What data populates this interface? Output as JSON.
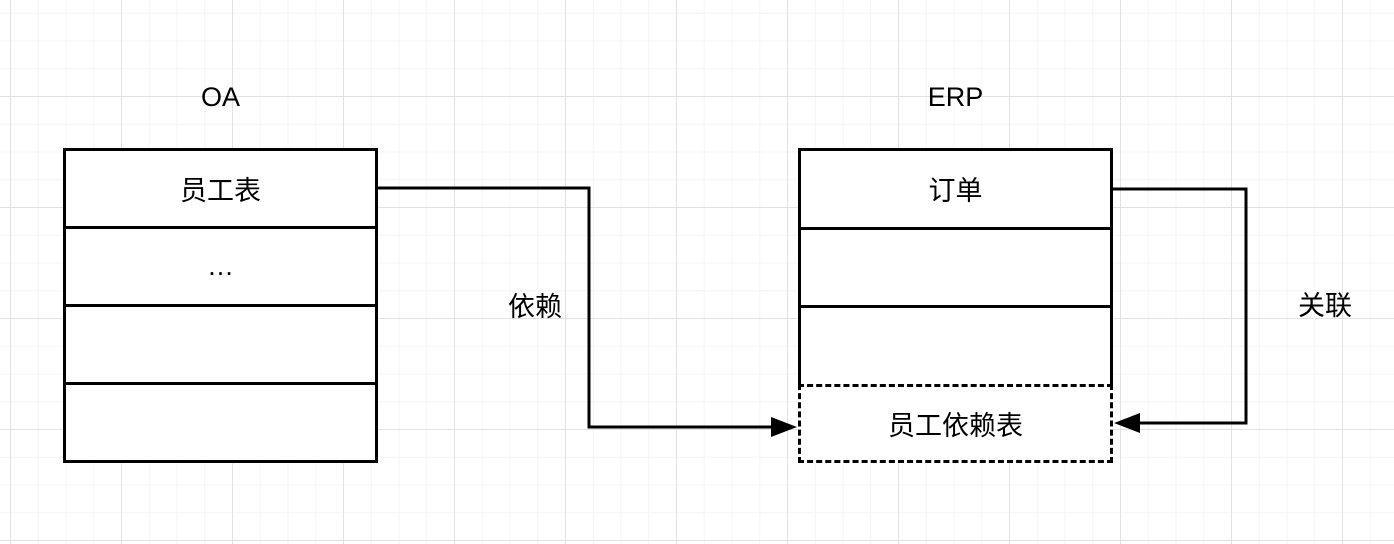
{
  "diagram": {
    "systems": [
      {
        "title": "OA",
        "rows": [
          "员工表",
          "…",
          "",
          ""
        ]
      },
      {
        "title": "ERP",
        "rows": [
          "订单",
          "",
          ""
        ],
        "dashed_row": "员工依赖表"
      }
    ],
    "edges": [
      {
        "label": "依赖",
        "from": "员工表",
        "to": "员工依赖表",
        "direction": "left-to-right"
      },
      {
        "label": "关联",
        "from": "订单",
        "to": "员工依赖表",
        "direction": "right-loop"
      }
    ],
    "colors": {
      "line": "#000000",
      "background": "#ffffff",
      "grid_minor": "#f4f4f4",
      "grid_major": "#e2e2e2"
    }
  }
}
